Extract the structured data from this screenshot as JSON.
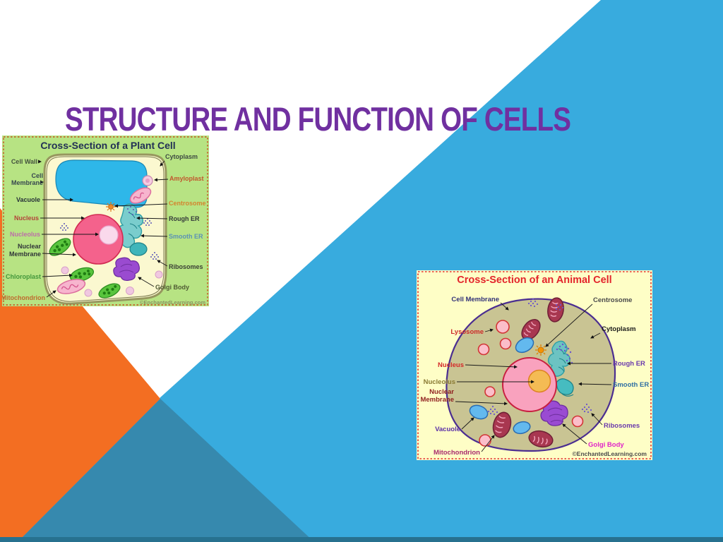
{
  "slide": {
    "title": "STRUCTURE AND FUNCTION OF CELLS",
    "colors": {
      "title_text": "#7030A0",
      "background": "#FFFFFF",
      "blue_triangle": "#38ABDE",
      "orange_triangle": "#F36E22",
      "teal_triangle": "#3689AE",
      "bottom_bar": "#27718F"
    }
  },
  "plant_diagram": {
    "title": "Cross-Section of a Plant Cell",
    "title_color": "#223055",
    "labels": {
      "cell_wall": {
        "text": "Cell Wall",
        "color": "#44523E"
      },
      "cell_membrane": {
        "lines": [
          "Cell",
          "Membrane"
        ],
        "color": "#37474F"
      },
      "vacuole": {
        "text": "Vacuole",
        "color": "#263238"
      },
      "nucleus": {
        "text": "Nucleus",
        "color": "#B3443A"
      },
      "nucleolus": {
        "text": "Nucleolus",
        "color": "#BC6FA8"
      },
      "nuclear_membrane": {
        "lines": [
          "Nuclear",
          "Membrane"
        ],
        "color": "#2F3438"
      },
      "chloroplast": {
        "text": "Chloroplast",
        "color": "#43973B"
      },
      "mitochondrion": {
        "text": "Mitochondrion",
        "color": "#BF6B2E"
      },
      "cytoplasm": {
        "text": "Cytoplasm",
        "color": "#3E4A42"
      },
      "amyloplast": {
        "text": "Amyloplast",
        "color": "#C2572E"
      },
      "centrosome": {
        "text": "Centrosome",
        "color": "#D3842F"
      },
      "rough_er": {
        "text": "Rough ER",
        "color": "#33383A"
      },
      "smooth_er": {
        "text": "Smooth ER",
        "color": "#5B92B5"
      },
      "ribosomes": {
        "text": "Ribosomes",
        "color": "#3A3F34"
      },
      "golgi_body": {
        "text": "Golgi Body",
        "color": "#4F5A33"
      }
    },
    "copyright": {
      "text": "©EnchantedLearning.com",
      "color": "#8A9460"
    }
  },
  "animal_diagram": {
    "title": "Cross-Section of an Animal Cell",
    "title_color": "#E3242B",
    "labels": {
      "cell_membrane": {
        "text": "Cell Membrane",
        "color": "#323278"
      },
      "lysosome": {
        "text": "Lysosome",
        "color": "#CC2A2A"
      },
      "nucleus": {
        "text": "Nucleus",
        "color": "#D42A2A"
      },
      "nucleolus": {
        "text": "Nucleolus",
        "color": "#8A7A33"
      },
      "nuclear_membrane": {
        "lines": [
          "Nuclear",
          "Membrane"
        ],
        "color": "#8F1F1F"
      },
      "vacuole": {
        "text": "Vacuole",
        "color": "#5A2FA8"
      },
      "mitochondrion": {
        "text": "Mitochondrion",
        "color": "#A82A6E"
      },
      "centrosome": {
        "text": "Centrosome",
        "color": "#4A4A4A"
      },
      "cytoplasm": {
        "text": "Cytoplasm",
        "color": "#1A1A1A"
      },
      "rough_er": {
        "text": "Rough ER",
        "color": "#6A3AAC"
      },
      "smooth_er": {
        "text": "Smooth ER",
        "color": "#2F6FA3"
      },
      "ribosomes": {
        "text": "Ribosomes",
        "color": "#6A3AAC"
      },
      "golgi_body": {
        "text": "Golgi Body",
        "color": "#E024C8"
      }
    },
    "copyright": {
      "text": "©EnchantedLearning.com",
      "color": "#4A4A4A"
    }
  }
}
